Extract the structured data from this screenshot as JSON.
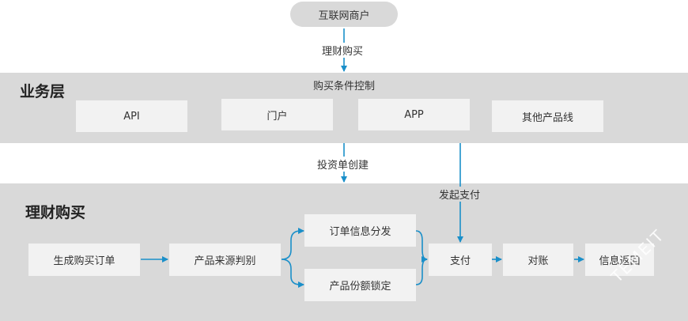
{
  "top_node": "互联网商户",
  "labels": {
    "purchase": "理财购买",
    "purchase_control": "购买条件控制",
    "create_investment": "投资单创建",
    "initiate_payment": "发起支付"
  },
  "business_layer": {
    "title": "业务层",
    "channels": [
      "API",
      "门户",
      "APP",
      "其他产品线"
    ]
  },
  "purchase_layer": {
    "title": "理财购买",
    "steps": {
      "create_order": "生成购买订单",
      "source_check": "产品来源判别",
      "order_distribute": "订单信息分发",
      "lock_share": "产品份额锁定",
      "payment": "支付",
      "reconcile": "对账",
      "return_info": "信息返回"
    }
  },
  "watermark": "TEMEIT",
  "colors": {
    "band": "#d9d9d9",
    "box": "#f2f2f2",
    "arrow": "#1a8fc9"
  }
}
